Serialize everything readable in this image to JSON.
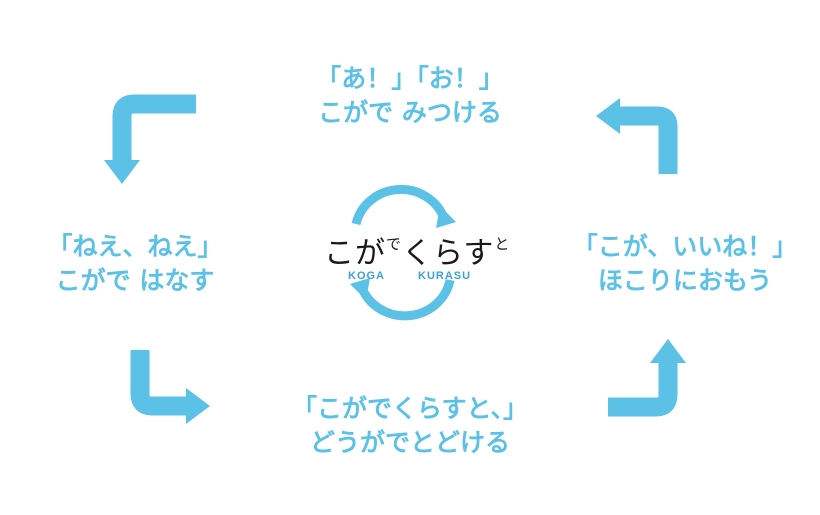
{
  "colors": {
    "accent": "#5bc1e6",
    "ring": "#5bc1e6",
    "logo_text": "#1a1a1a",
    "logo_latin": "#3aa0d6"
  },
  "cycle": {
    "top": {
      "line1": "「あ！」「お！」",
      "line2": "こがで みつける"
    },
    "left": {
      "line1": "「ねえ、ねえ」",
      "line2": "こがで はなす"
    },
    "right": {
      "line1": "「こが、いいね！」",
      "line2": "ほこりにおもう"
    },
    "bottom": {
      "line1": "「こがでくらすと、」",
      "line2": "どうがでとどける"
    }
  },
  "logo": {
    "part1": "こが",
    "part2": "で",
    "part3": "くらす",
    "part4": "と",
    "latin1": "KOGA",
    "latin2": "KURASU"
  },
  "icons": [
    "arrow-top-left-icon",
    "arrow-top-right-icon",
    "arrow-bottom-left-icon",
    "arrow-bottom-right-icon",
    "logo-ring-icon"
  ]
}
